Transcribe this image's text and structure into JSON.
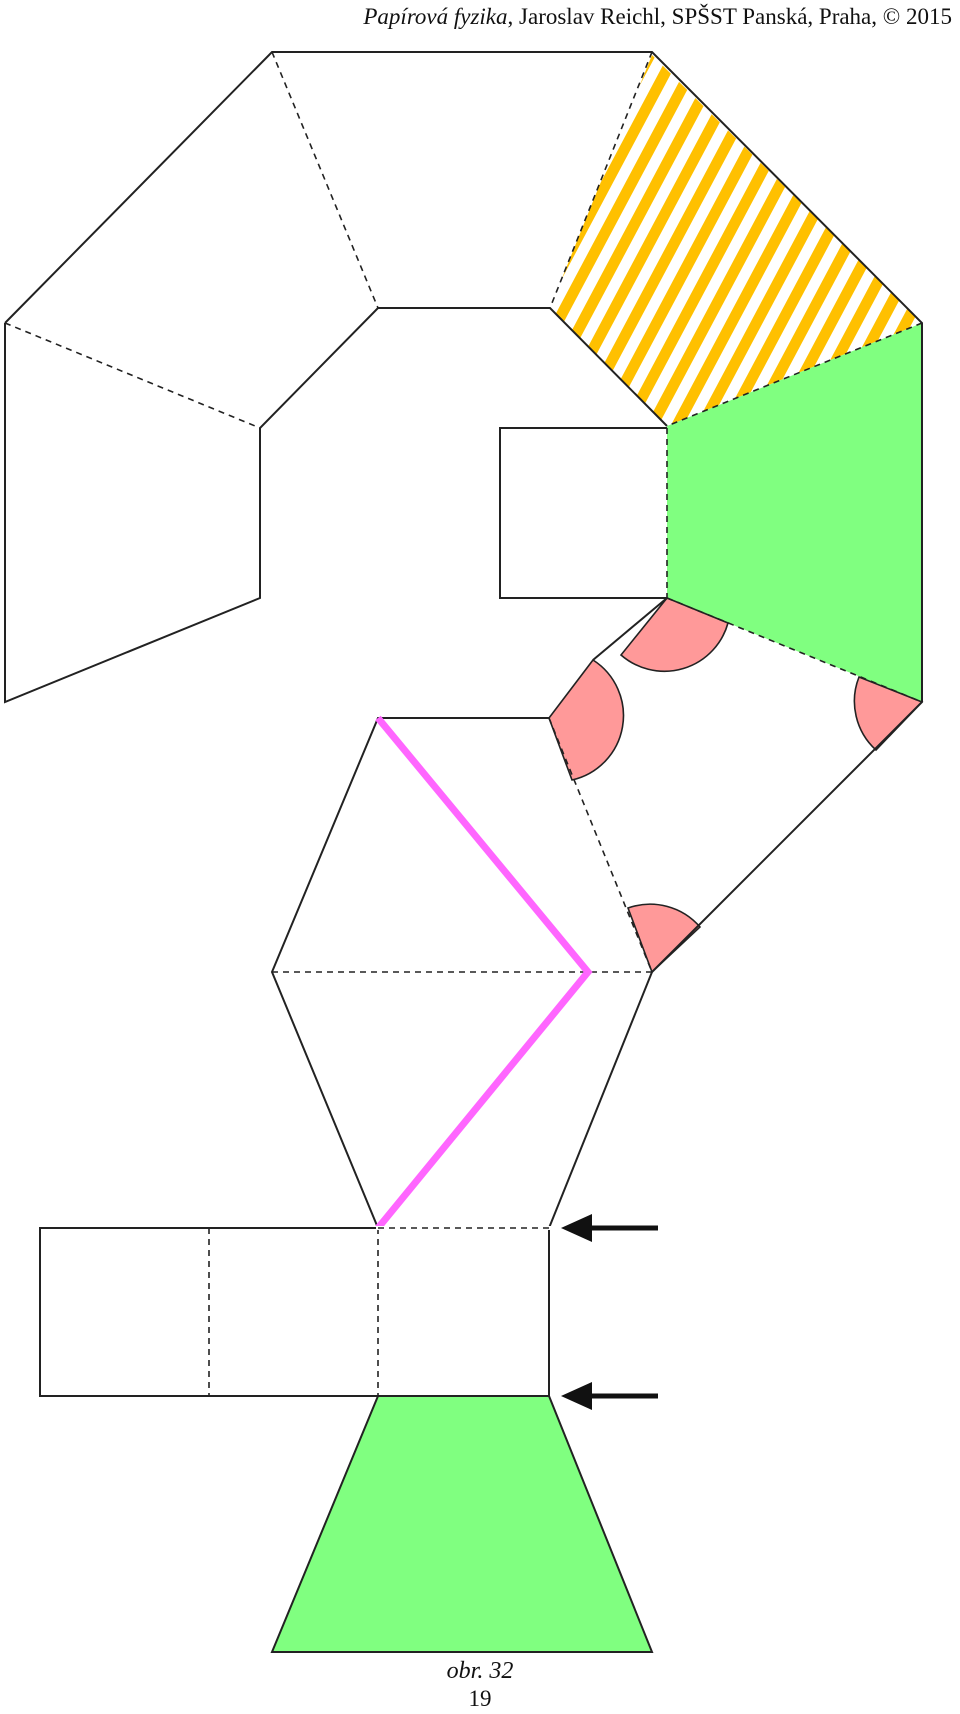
{
  "header": {
    "title": "Papírová fyzika",
    "rest": ", Jaroslav Reichl, SPŠST Panská, Praha, © 2015"
  },
  "figure": {
    "caption": "obr. 32"
  },
  "page_number": "19",
  "colors": {
    "green": "#80ff80",
    "orange": "#ffc000",
    "pink_arc": "#ff9999",
    "magenta_line": "#ff66ff",
    "line": "#222222"
  },
  "icons": [
    "arrow-left-icon",
    "arrow-left-icon"
  ]
}
